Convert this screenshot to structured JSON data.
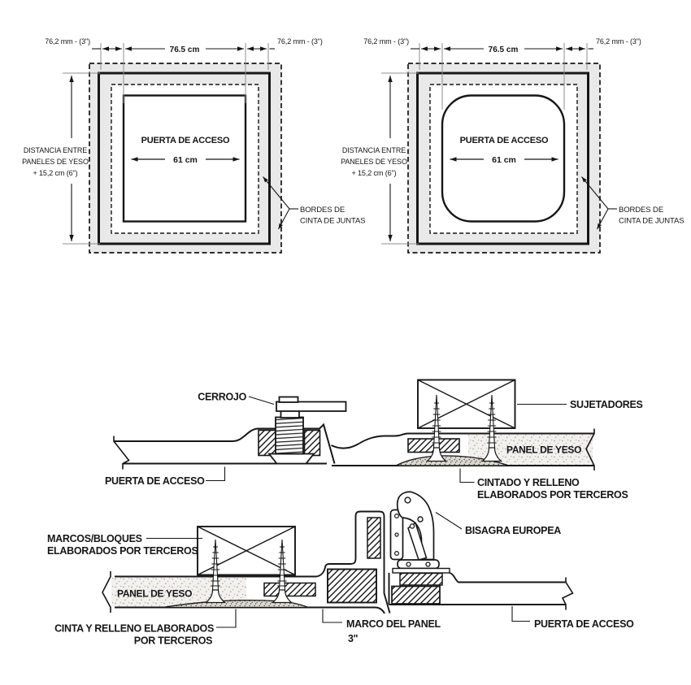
{
  "top": {
    "tape_width": "76,2 mm - (3\")",
    "opening_width": "76.5 cm",
    "distance1": "DISTANCIA ENTRE",
    "distance2": "PANELES DE YESO",
    "distance3": "+ 15,2 cm (6\")",
    "door": "PUERTA DE ACCESO",
    "door_width": "61 cm",
    "bordes1": "BORDES DE",
    "bordes2": "CINTA DE JUNTAS"
  },
  "latch": {
    "cerrojo": "CERROJO",
    "sujetadores": "SUJETADORES",
    "panel": "PANEL DE YESO",
    "puerta": "PUERTA DE ACCESO",
    "cintado1": "CINTADO Y RELLENO",
    "cintado2": "ELABORADOS POR TERCEROS"
  },
  "hinge": {
    "marcos1": "MARCOS/BLOQUES",
    "marcos2": "ELABORADOS POR TERCEROS",
    "panel": "PANEL DE YESO",
    "cinta1": "CINTA Y RELLENO ELABORADOS",
    "cinta2": "POR TERCEROS",
    "marco": "MARCO DEL PANEL",
    "marco_size": "3\"",
    "bisagra": "BISAGRA EUROPEA",
    "puerta": "PUERTA DE ACCESO"
  },
  "colors": {
    "line": "#161616",
    "tape_zone_fill": "#e9e9e9",
    "panel_fill": "#f2f1ee",
    "extension_line": "#8f8f8f"
  }
}
